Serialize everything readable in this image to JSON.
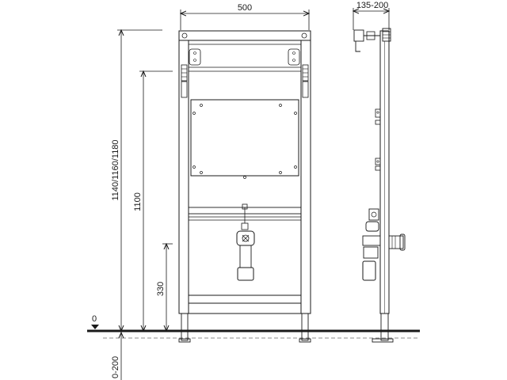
{
  "dimensions": {
    "frame_width": "500",
    "depth_range": "135-200",
    "total_height": "1140/1160/1180",
    "fixing_height": "1100",
    "outlet_height": "330",
    "floor_level": "0",
    "leg_adjustment": "0-200"
  }
}
